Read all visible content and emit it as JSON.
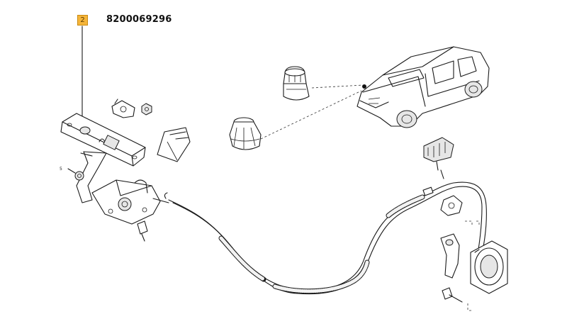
{
  "diagram": {
    "callout_number": "2",
    "part_number": "8200069296",
    "small_label": "5"
  }
}
